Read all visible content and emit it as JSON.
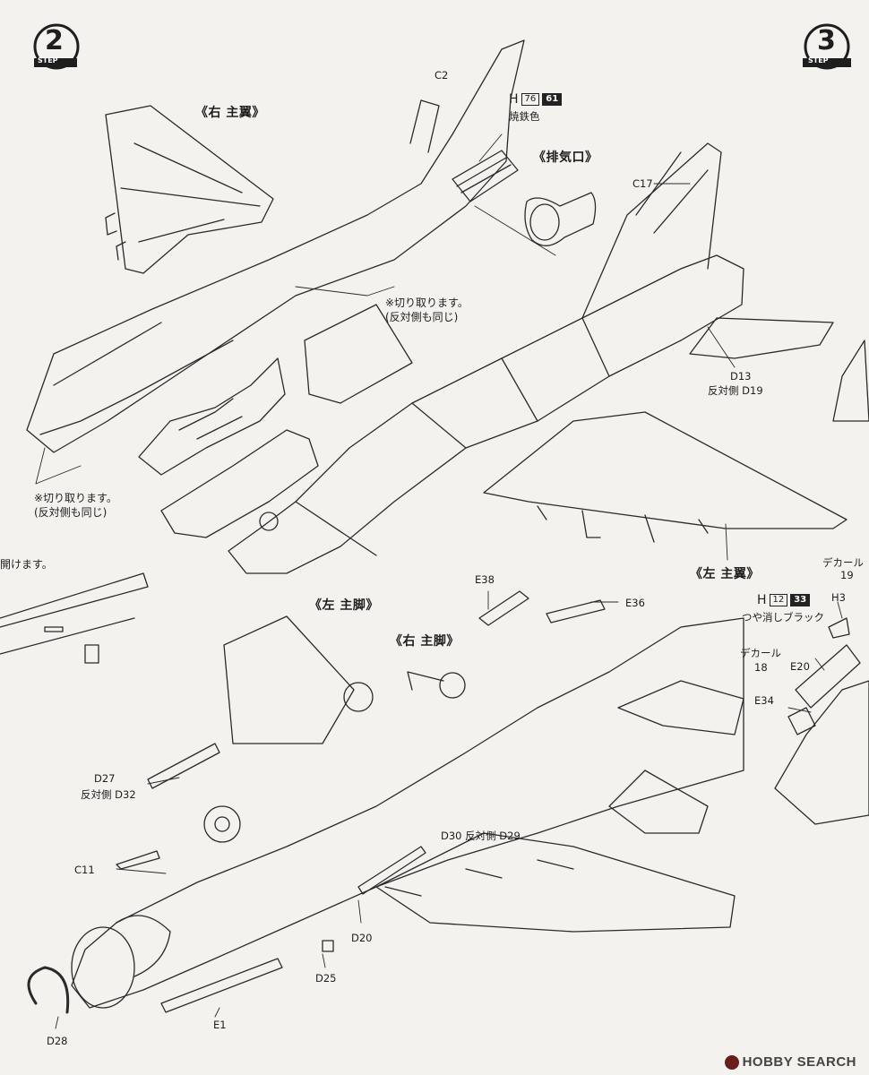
{
  "steps": {
    "step2": {
      "word": "STEP",
      "number": "2"
    },
    "step3": {
      "word": "STEP",
      "number": "3"
    }
  },
  "sections": {
    "right_wing": "《右 主翼》",
    "exhaust": "《排気口》",
    "left_wing": "《左 主翼》",
    "left_main_gear": "《左 主脚》",
    "right_main_gear": "《右 主脚》"
  },
  "notes": {
    "cut_upper": [
      "※切り取ります。",
      "(反対側も同じ)"
    ],
    "cut_lower": [
      "※切り取ります。",
      "(反対側も同じ)"
    ],
    "cut_left_partial": "開けます。"
  },
  "paints": {
    "burnt_iron": {
      "prefix": "H",
      "code1": "76",
      "code2": "61",
      "name": "焼鉄色"
    },
    "flat_black": {
      "prefix": "H",
      "code1": "12",
      "code2": "33",
      "name": "つや消しブラック"
    }
  },
  "parts": {
    "c2": "C2",
    "c17": "C17",
    "d13": "D13",
    "d19": "反対側 D19",
    "e38": "E38",
    "e36": "E36",
    "d27": "D27",
    "d32": "反対側 D32",
    "c11": "C11",
    "d30": "D30 反対側 D29",
    "d20": "D20",
    "d25": "D25",
    "e1": "E1",
    "d28": "D28",
    "h3": "H3",
    "e20": "E20",
    "e34": "E34",
    "decal19_label": "デカール",
    "decal19_num": "19",
    "decal18_label": "デカール",
    "decal18_num": "18"
  },
  "watermark": "HOBBY SEARCH",
  "colors": {
    "line": "#2a2a2a",
    "background": "#f4f2ef",
    "paint_dark": "#222222"
  }
}
